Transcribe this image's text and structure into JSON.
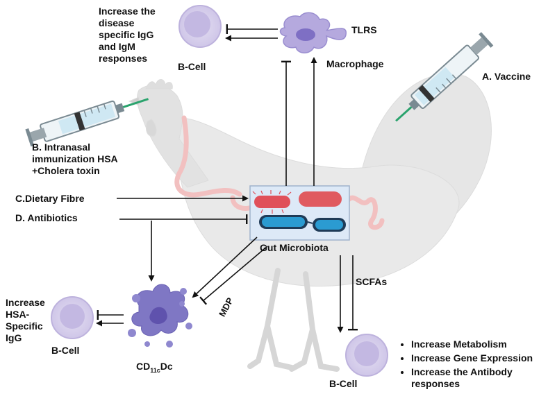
{
  "labels": {
    "increase_disease": "Increase the\ndisease\nspecific IgG\nand IgM\nresponses",
    "bcell_top": "B-Cell",
    "tlrs": "TLRS",
    "macrophage": "Macrophage",
    "vaccine": "A. Vaccine",
    "intranasal": "B. Intranasal\nimmunization HSA\n+Cholera toxin",
    "dietary_fibre": "C.Dietary Fibre",
    "antibiotics": "D. Antibiotics",
    "gut_microbiota": "Gut Microbiota",
    "scfas": "SCFAs",
    "mdp": "MDP",
    "increase_hsa": "Increase\nHSA-\nSpecific\nIgG",
    "bcell_left": "B-Cell",
    "cd_main": "CD",
    "cd_sub": "11c",
    "cd_tail": "Dc",
    "bcell_bottom": "B-Cell"
  },
  "bullets": [
    "Increase Metabolism",
    "Increase Gene Expression",
    "Increase the Antibody responses"
  ],
  "colors": {
    "bcell_fill": "#d9d2ec",
    "bcell_core": "#c1b6e0",
    "macrophage": "#a89bd8",
    "dendritic": "#7f77c4",
    "microbiota_box": "#dde9f7",
    "bacterium_red": "#e0505a",
    "bacterium_blue": "#2b9bd1",
    "syringe_fluid": "#cfe8f3",
    "needle": "#2aa36d",
    "chicken": "#e8e8e8"
  }
}
